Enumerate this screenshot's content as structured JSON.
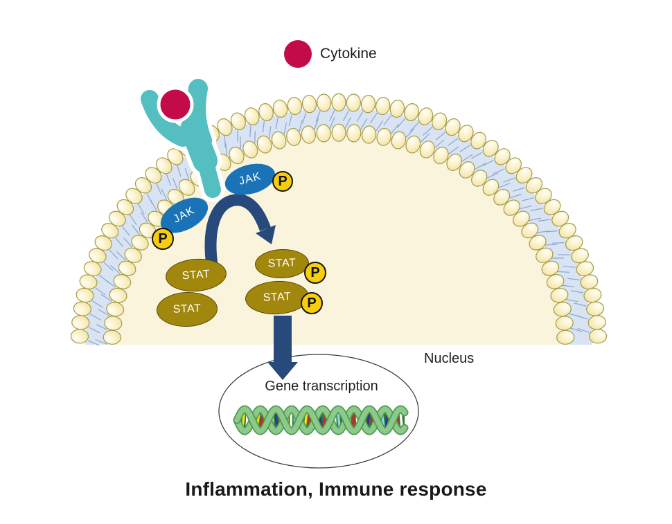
{
  "legend": {
    "cytokine": "Cytokine"
  },
  "pathway": {
    "jak_labels": [
      "JAK",
      "JAK"
    ],
    "stat_labels": [
      "STAT",
      "STAT",
      "STAT",
      "STAT"
    ],
    "phosphate_label": "P"
  },
  "nucleus": {
    "label": "Nucleus",
    "gene_transcription": "Gene transcription"
  },
  "title": "Inflammation, Immune response",
  "colors": {
    "cytokine_red": "#C30B49",
    "receptor_teal": "#54BEC1",
    "jak_blue": "#1A73B7",
    "stat_gold": "#A2870D",
    "phosphate_yellow": "#F6CE0B",
    "arrow_navy": "#27497B",
    "membrane_head_cream": "#FAF1C9",
    "membrane_band_blue": "#D8E4F3",
    "cytoplasm_cream": "#FBF4DC",
    "dna_green": "#8CC98A",
    "dna_inner_green": "#2F7A33"
  },
  "dna_rung_colors": [
    "#D6222A",
    "#F0E112",
    "#FFFFFF",
    "#8FD6E8",
    "#2B3A8F",
    "#F0E112",
    "#D6222A",
    "#FFFFFF",
    "#8FD6E8",
    "#2B3A8F"
  ]
}
